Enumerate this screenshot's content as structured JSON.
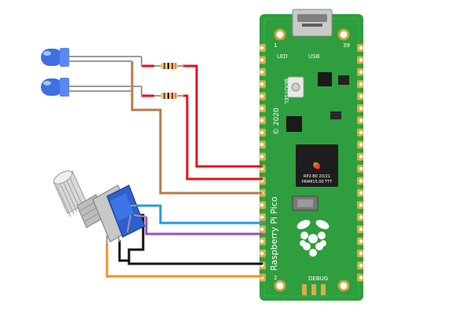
{
  "board": {
    "led_label": "LED",
    "usb_label": "USB",
    "bootsel_label": "BOOTSEL",
    "pin1_label": "1",
    "pin2_label": "2",
    "pin39_label": "39",
    "copyright_label": "© 2020",
    "name_label": "Raspberry Pi Pico",
    "debug_label": "DEBUG",
    "chip_line1": "RP2-B0 20/21",
    "chip_line2": "P64M15.00 TTT"
  },
  "colors": {
    "pcb": "#2e9e3e",
    "wire_red": "#e0141b",
    "wire_brown": "#b97a4b",
    "wire_blue": "#2a9ad8",
    "wire_purple": "#9c4fb8",
    "wire_black": "#111111",
    "wire_orange": "#f39224",
    "led": "#3f6fe0"
  },
  "components": {
    "leds": 2,
    "resistors": 2,
    "rotary_encoder": 1
  }
}
